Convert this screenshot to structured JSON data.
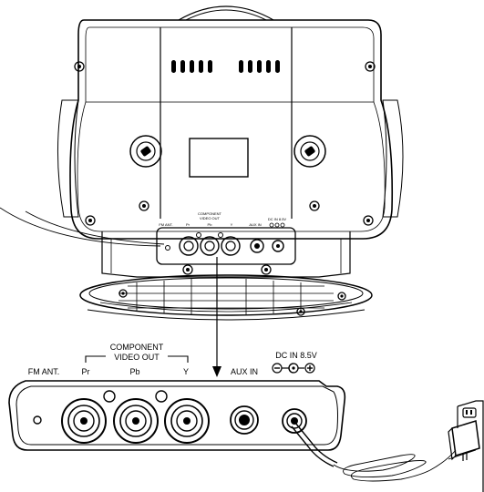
{
  "callout": {
    "component_title_line1": "COMPONENT",
    "component_title_line2": "VIDEO OUT",
    "fm_ant": "FM ANT.",
    "pr": "Pr",
    "pb": "Pb",
    "y": "Y",
    "aux_in": "AUX IN",
    "dc_in": "DC IN 8.5V"
  },
  "device": {
    "small_component_line1": "COMPONENT",
    "small_component_line2": "VIDEO OUT",
    "small_fm": "FM ANT.",
    "small_pr": "Pr",
    "small_pb": "Pb",
    "small_y": "Y",
    "small_aux": "AUX IN",
    "small_dc": "DC IN 8.5V"
  }
}
